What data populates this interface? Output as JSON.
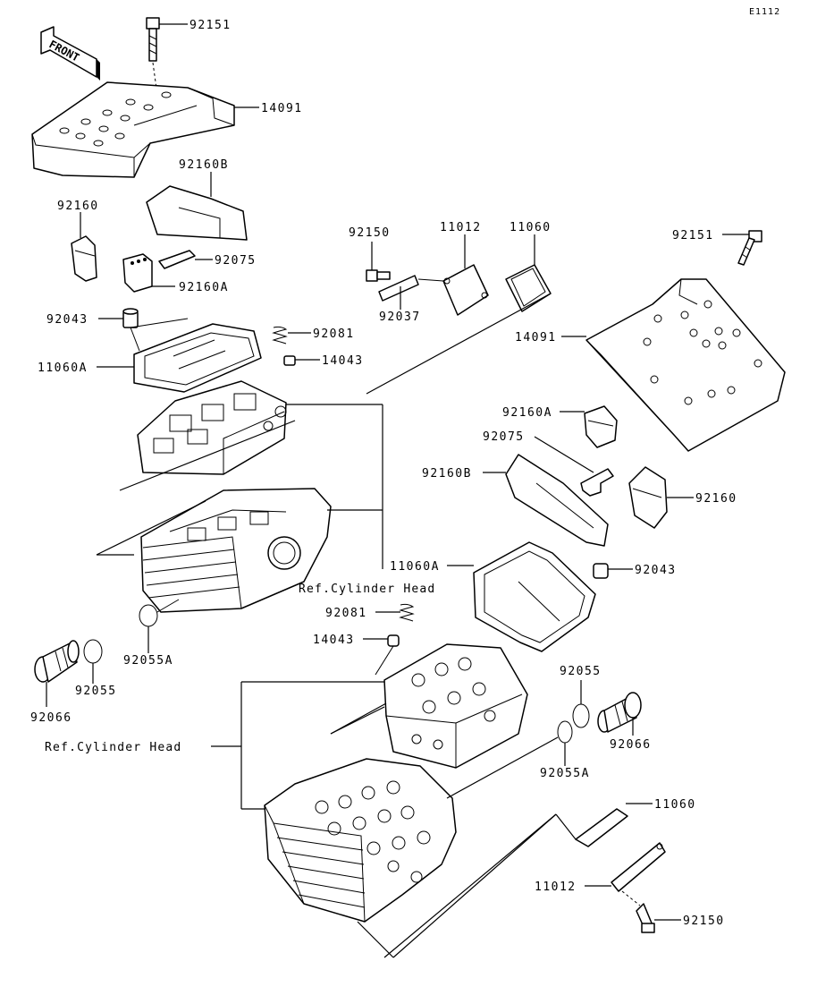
{
  "figure_code": "E1112",
  "front_arrow_text": "FRONT",
  "labels": {
    "p92151_top": "92151",
    "p14091_top": "14091",
    "p92160B_top": "92160B",
    "p92160_left": "92160",
    "p92075_left": "92075",
    "p92160A_left": "92160A",
    "p92043_left": "92043",
    "p92081_left": "92081",
    "p11060A_left": "11060A",
    "p14043_left": "14043",
    "p92150_top": "92150",
    "p11012_top": "11012",
    "p11060_top": "11060",
    "p92037": "92037",
    "p92151_right": "92151",
    "p14091_right": "14091",
    "p92160A_right": "92160A",
    "p92075_right": "92075",
    "p92160B_right": "92160B",
    "p92160_right": "92160",
    "p11060A_right": "11060A",
    "p92043_right": "92043",
    "ref_head_rear": "Ref.Cylinder Head",
    "p92081_mid": "92081",
    "p14043_mid": "14043",
    "p92055A_left": "92055A",
    "p92055_left": "92055",
    "p92066_left": "92066",
    "p92055_right": "92055",
    "p92066_right": "92066",
    "p92055A_right": "92055A",
    "ref_head_front": "Ref.Cylinder Head",
    "p11060_bottom": "11060",
    "p11012_bottom": "11012",
    "p92150_bottom": "92150"
  },
  "icons": [
    "front-arrow-icon",
    "bolt-icon",
    "rocker-cover-icon",
    "gasket-icon",
    "spring-icon",
    "cap-icon",
    "cylinder-head-icon",
    "o-ring-icon",
    "pipe-fitting-icon"
  ]
}
